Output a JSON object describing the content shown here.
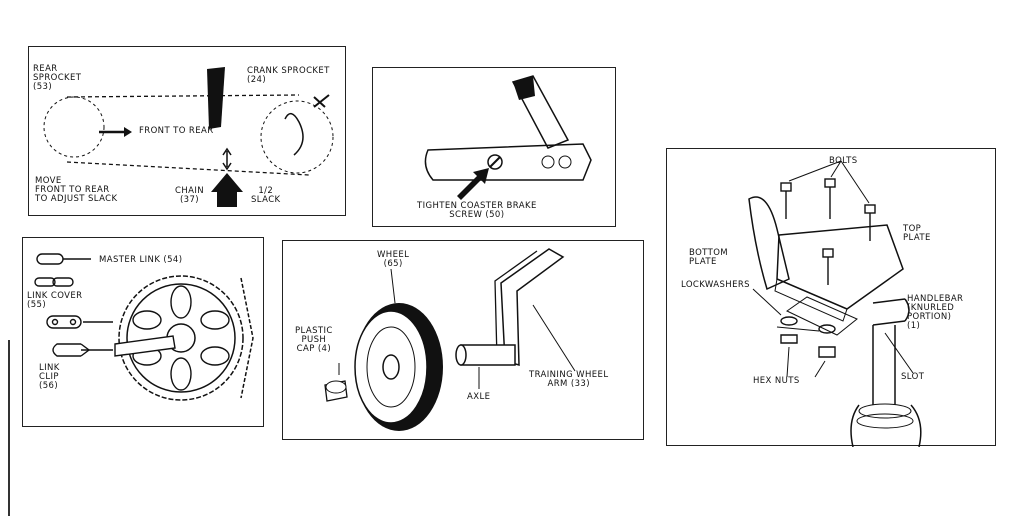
{
  "panels": {
    "chain_slack": {
      "rear_sprocket": "REAR\nSPROCKET\n(53)",
      "crank_sprocket": "CRANK SPROCKET\n(24)",
      "front_to_rear": "FRONT TO REAR",
      "move_note": "MOVE\nFRONT TO REAR\nTO ADJUST SLACK",
      "chain": "CHAIN\n(37)",
      "slack": "1/2\nSLACK"
    },
    "coaster_brake": {
      "caption": "TIGHTEN COASTER BRAKE\nSCREW (50)"
    },
    "handlebar": {
      "bolts": "BOLTS",
      "top_plate": "TOP\nPLATE",
      "bottom_plate": "BOTTOM\nPLATE",
      "lockwashers": "LOCKWASHERS",
      "handlebar_label": "HANDLEBAR\n(KNURLED\nPORTION)\n(1)",
      "hex_nuts": "HEX NUTS",
      "slot": "SLOT"
    },
    "master_link": {
      "master_link": "MASTER LINK (54)",
      "link_cover": "LINK COVER\n(55)",
      "link_clip": "LINK\nCLIP\n(56)"
    },
    "training_wheel": {
      "wheel": "WHEEL\n(65)",
      "push_cap": "PLASTIC\nPUSH\nCAP (4)",
      "axle": "AXLE",
      "arm": "TRAINING WHEEL\nARM (33)"
    }
  },
  "icons": [
    "chain-diagram",
    "coaster-brake-diagram",
    "handlebar-clamp-diagram",
    "master-link-diagram",
    "training-wheel-diagram"
  ],
  "colors": {
    "ink": "#111111",
    "paper": "#ffffff"
  }
}
